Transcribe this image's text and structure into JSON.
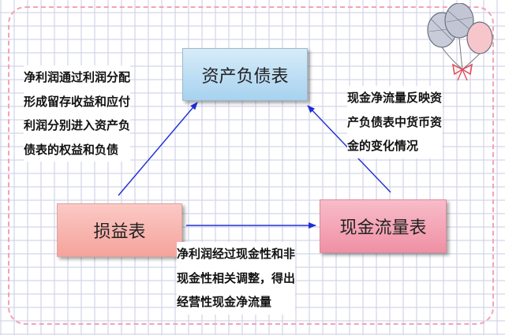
{
  "nodes": {
    "balance_sheet": "资产负债表",
    "income_statement": "损益表",
    "cash_flow_statement": "现金流量表"
  },
  "notes": {
    "left": [
      "净利润通过利润分配",
      "形成留存收益和应付",
      "利润分别进入资产负",
      "债表的权益和负债"
    ],
    "right": [
      "现金净流量反映资",
      "产负债表中货币资",
      "金的变化情况"
    ],
    "bottom": [
      "净利润经过现金性和非",
      "现金性相关调整，得出",
      "经营性现金净流量"
    ]
  },
  "colors": {
    "arrow": "#1f2fd6",
    "balance_sheet_fill": "#b9dcf3",
    "income_statement_fill": "#f7b3ad",
    "cash_flow_fill": "#f4a3b5",
    "border_dashed": "#f2a3b5",
    "grid": "#cdd0e8"
  },
  "icons": {
    "decoration": "balloons-icon"
  }
}
